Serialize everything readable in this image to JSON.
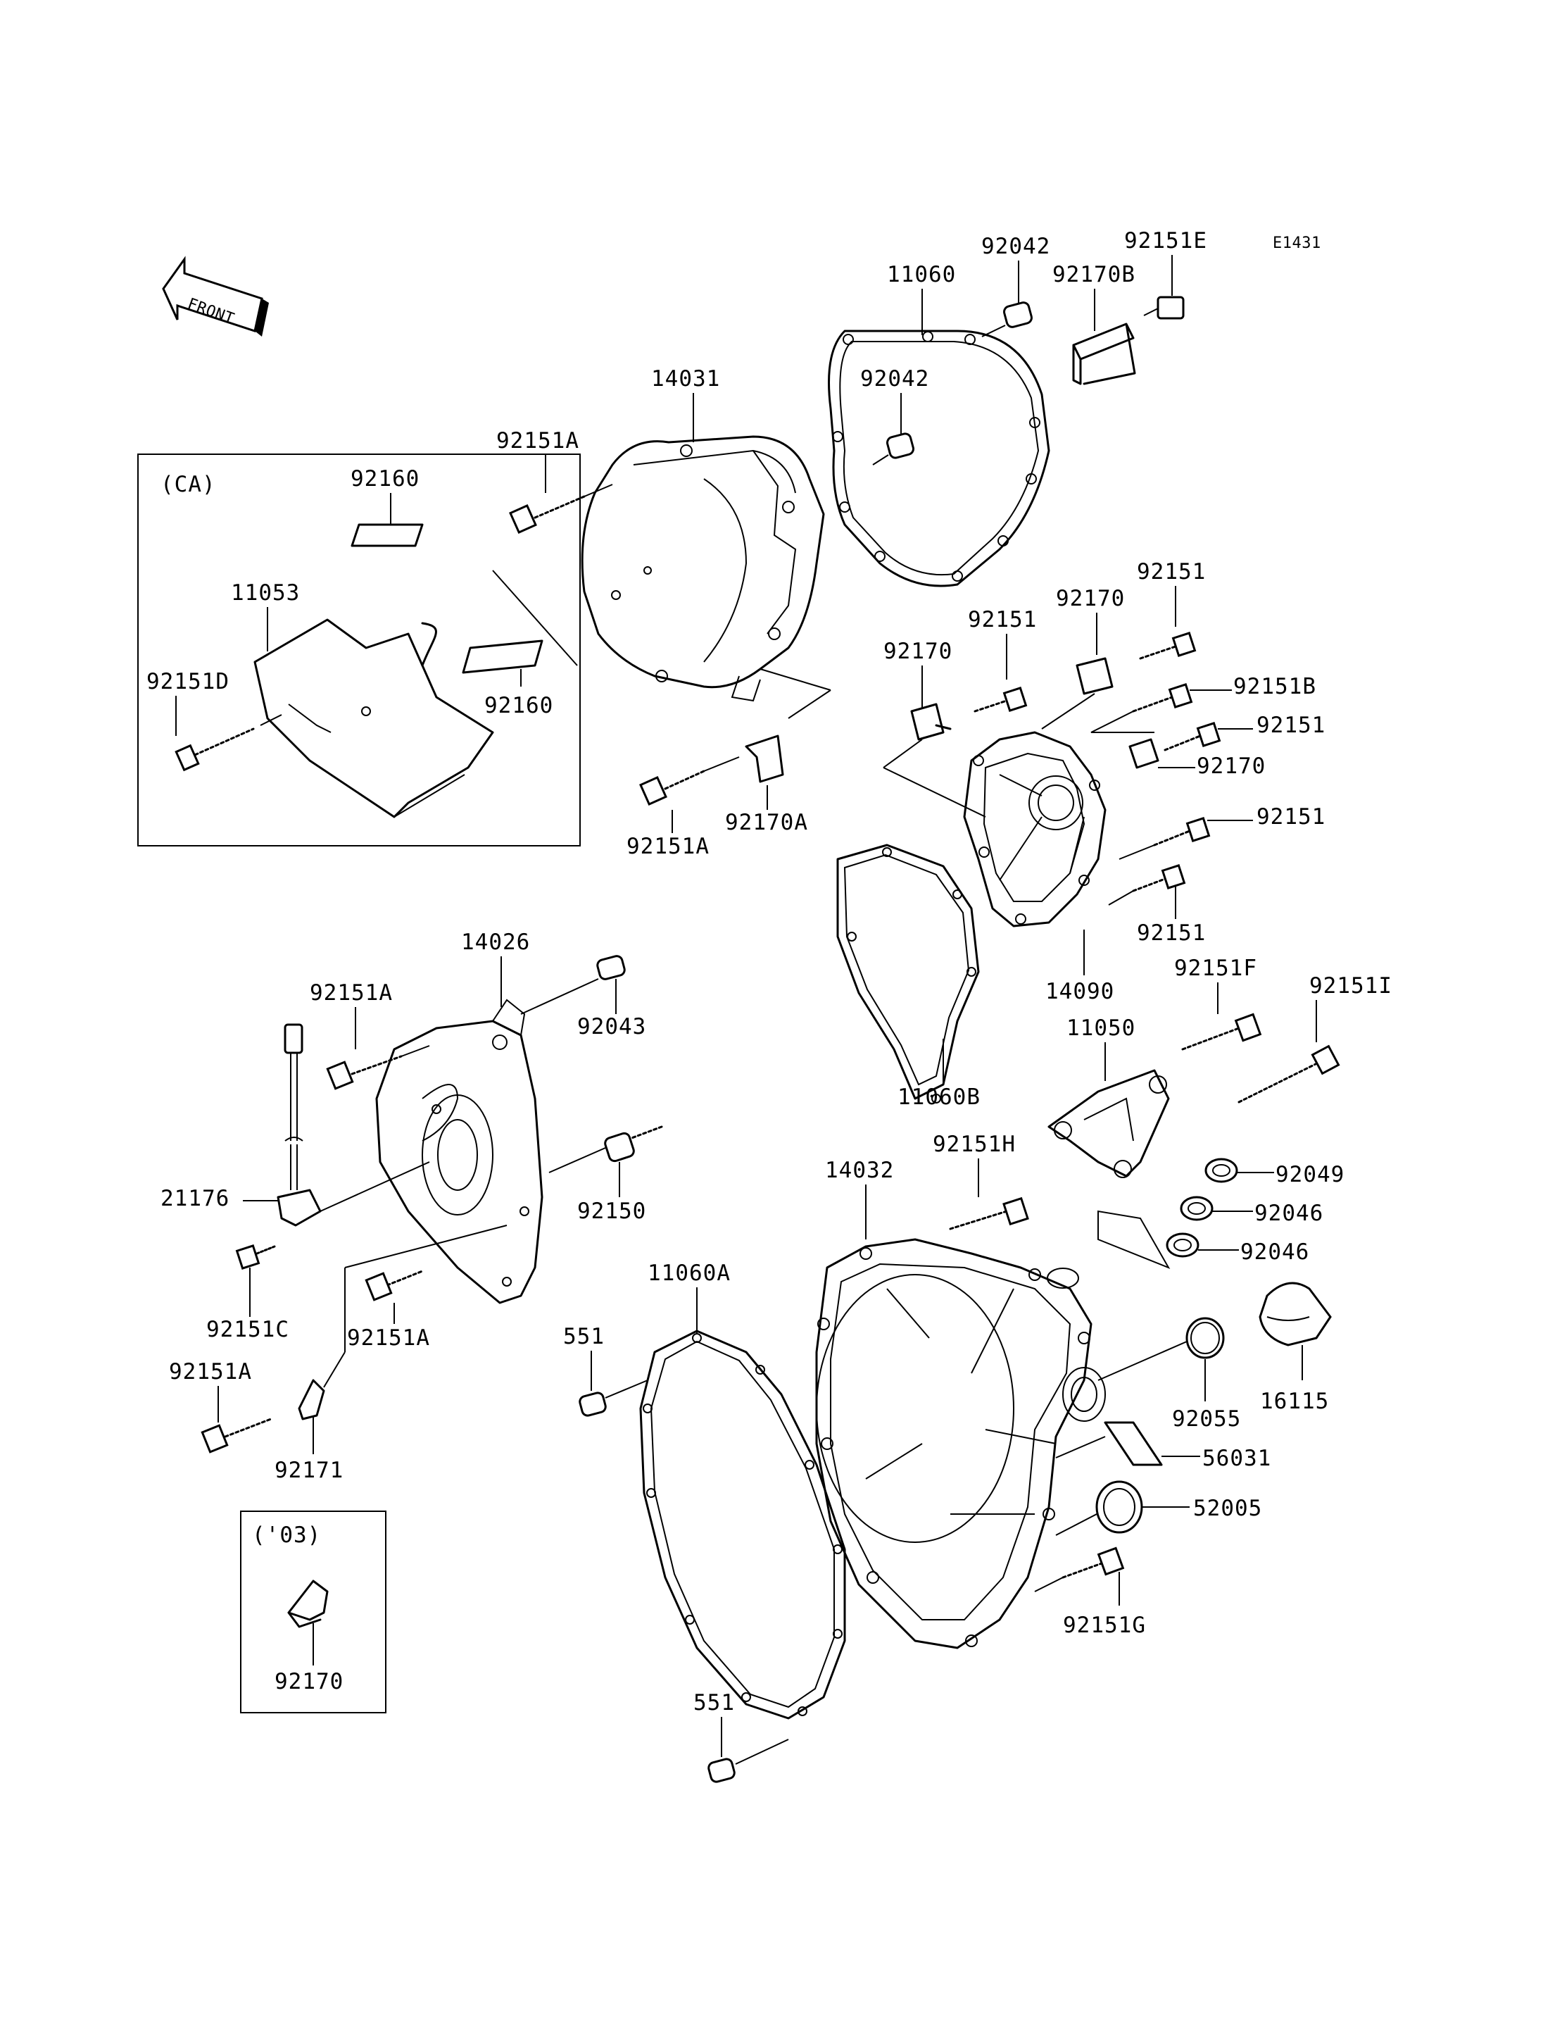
{
  "diagram_code": "E1431",
  "front_label": "FRONT",
  "inset_ca": {
    "title": "(CA)",
    "labels": [
      "92160",
      "11053",
      "92151D",
      "92160"
    ]
  },
  "inset_03": {
    "title": "('03)",
    "label": "92170"
  },
  "parts": {
    "p11060": "11060",
    "p92042a": "92042",
    "p92151E": "92151E",
    "p92170B": "92170B",
    "p92042b": "92042",
    "p14031": "14031",
    "p92151A_1": "92151A",
    "p92151A_2": "92151A",
    "p92170A": "92170A",
    "p92151_a": "92151",
    "p92170_a": "92170",
    "p92151_b": "92151",
    "p92170_b": "92170",
    "p92151B": "92151B",
    "p92151_c": "92151",
    "p92170_c": "92170",
    "p92151_d": "92151",
    "p92151_e": "92151",
    "p14090": "14090",
    "p11060B": "11060B",
    "p14026": "14026",
    "p92151A_3": "92151A",
    "p92043": "92043",
    "p21176": "21176",
    "p92150": "92150",
    "p92151C": "92151C",
    "p92151A_4": "92151A",
    "p92151A_5": "92151A",
    "p92171": "92171",
    "p92151F": "92151F",
    "p92151I": "92151I",
    "p11050": "11050",
    "p92151H": "92151H",
    "p14032": "14032",
    "p92049": "92049",
    "p92046a": "92046",
    "p92046b": "92046",
    "p11060A": "11060A",
    "p551a": "551",
    "p551b": "551",
    "p16115": "16115",
    "p92055": "92055",
    "p56031": "56031",
    "p52005": "52005",
    "p92151G": "92151G"
  }
}
